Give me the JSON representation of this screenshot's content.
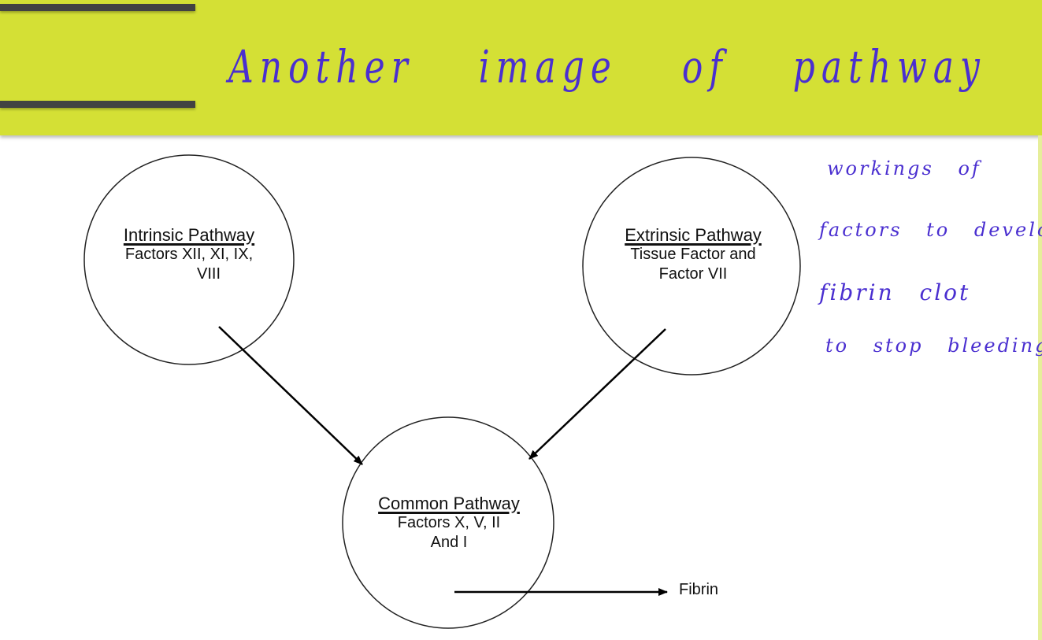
{
  "header": {
    "handwritten_title": "Another image of pathway",
    "background_color": "#d4e035"
  },
  "notes": {
    "lines": [
      "workings of",
      "factors to develop",
      "fibrin clot",
      "to stop bleeding"
    ],
    "ink_color": "#4a2fd0"
  },
  "diagram": {
    "intrinsic": {
      "title": "Intrinsic Pathway",
      "line1": "Factors XII, XI, IX,",
      "line2": "VIII"
    },
    "extrinsic": {
      "title": "Extrinsic Pathway",
      "line1": "Tissue Factor and",
      "line2": "Factor VII"
    },
    "common": {
      "title": "Common Pathway",
      "line1": "Factors X, V, II",
      "line2": "And I"
    },
    "output": "Fibrin"
  }
}
